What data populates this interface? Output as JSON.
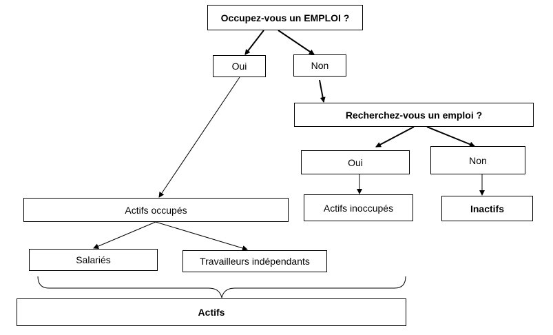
{
  "diagram": {
    "question_employment": "Occupez-vous un EMPLOI ?",
    "answer_yes_1": "Oui",
    "answer_no_1": "Non",
    "question_job_search": "Recherchez-vous un emploi ?",
    "answer_yes_2": "Oui",
    "answer_no_2": "Non",
    "employed_actives": "Actifs occupés",
    "unemployed_actives": "Actifs inoccupés",
    "inactives": "Inactifs",
    "employees": "Salariés",
    "self_employed": "Travailleurs indépendants",
    "actives": "Actifs"
  }
}
